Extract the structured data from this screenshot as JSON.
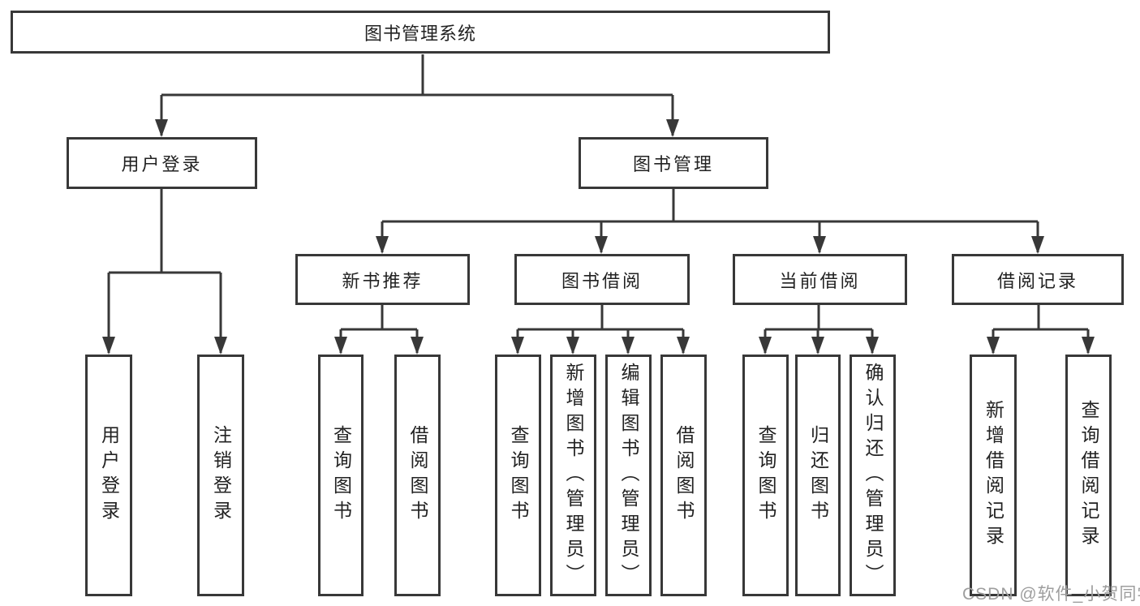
{
  "tree": {
    "label": "图书管理系统",
    "children": [
      {
        "label": "用户登录",
        "children": [
          {
            "label": "用户登录"
          },
          {
            "label": "注销登录"
          }
        ]
      },
      {
        "label": "图书管理",
        "children": [
          {
            "label": "新书推荐",
            "children": [
              {
                "label": "查询图书"
              },
              {
                "label": "借阅图书"
              }
            ]
          },
          {
            "label": "图书借阅",
            "children": [
              {
                "label": "查询图书"
              },
              {
                "label": "新增图书（管理员）"
              },
              {
                "label": "编辑图书（管理员）"
              },
              {
                "label": "借阅图书"
              }
            ]
          },
          {
            "label": "当前借阅",
            "children": [
              {
                "label": "查询图书"
              },
              {
                "label": "归还图书"
              },
              {
                "label": "确认归还（管理员）"
              }
            ]
          },
          {
            "label": "借阅记录",
            "children": [
              {
                "label": "新增借阅记录"
              },
              {
                "label": "查询借阅记录"
              }
            ]
          }
        ]
      }
    ]
  },
  "watermark": "CSDN @软件_小贺同学",
  "colors": {
    "line": "#383838",
    "box_border": "#383838",
    "text": "#222222",
    "watermark": "#9e9e9e",
    "background": "#ffffff"
  }
}
